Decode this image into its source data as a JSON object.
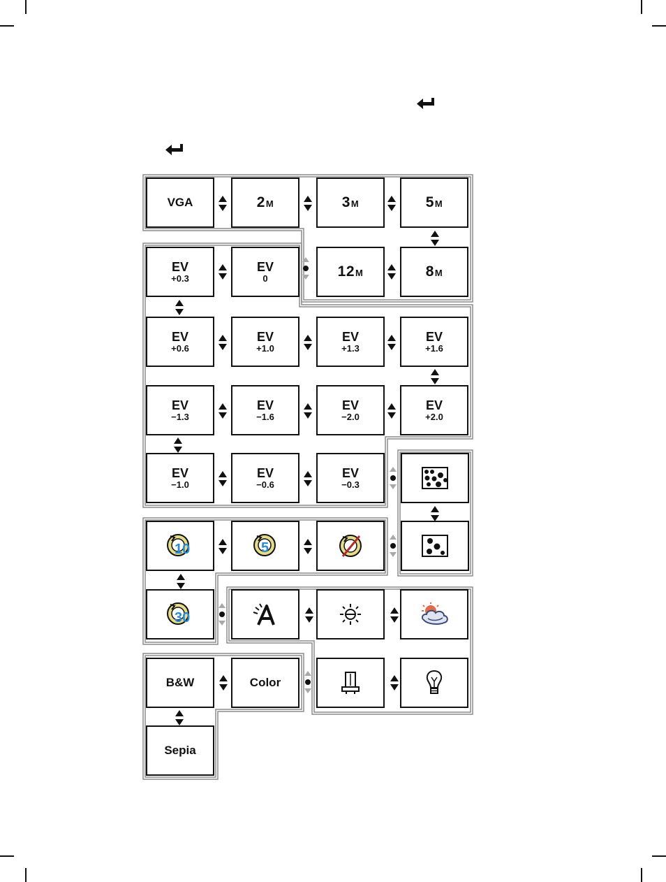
{
  "cells": {
    "vga": "VGA",
    "r2": {
      "num": "2",
      "unit": "M"
    },
    "r3": {
      "num": "3",
      "unit": "M"
    },
    "r5": {
      "num": "5",
      "unit": "M"
    },
    "r8": {
      "num": "8",
      "unit": "M"
    },
    "r12": {
      "num": "12",
      "unit": "M"
    },
    "ev_label": "EV",
    "ev_p03": "+0.3",
    "ev_0": "0",
    "ev_p06": "+0.6",
    "ev_p10": "+1.0",
    "ev_p13": "+1.3",
    "ev_p16": "+1.6",
    "ev_m13": "−1.3",
    "ev_m16": "−1.6",
    "ev_m20": "−2.0",
    "ev_p20": "+2.0",
    "ev_m10": "−1.0",
    "ev_m06": "−0.6",
    "ev_m03": "−0.3",
    "timer10": "10",
    "timer5": "5",
    "timer30": "30",
    "bw": "B&W",
    "color": "Color",
    "sepia": "Sepia"
  },
  "icons": {
    "enter": "enter-return-icon",
    "quality_fine": "quality-fine-icon",
    "quality_normal": "quality-normal-icon",
    "self_timer_off": "self-timer-off-icon",
    "wb_auto": "white-balance-auto-icon",
    "wb_daylight": "white-balance-daylight-icon",
    "wb_cloudy": "white-balance-cloudy-icon",
    "wb_fluorescent": "white-balance-fluorescent-icon",
    "wb_tungsten": "white-balance-tungsten-icon"
  },
  "colors": {
    "timer_yellow": "#e4dc8a",
    "timer_blue": "#2a8bd4",
    "frame_gray": "#8c8c8c"
  }
}
